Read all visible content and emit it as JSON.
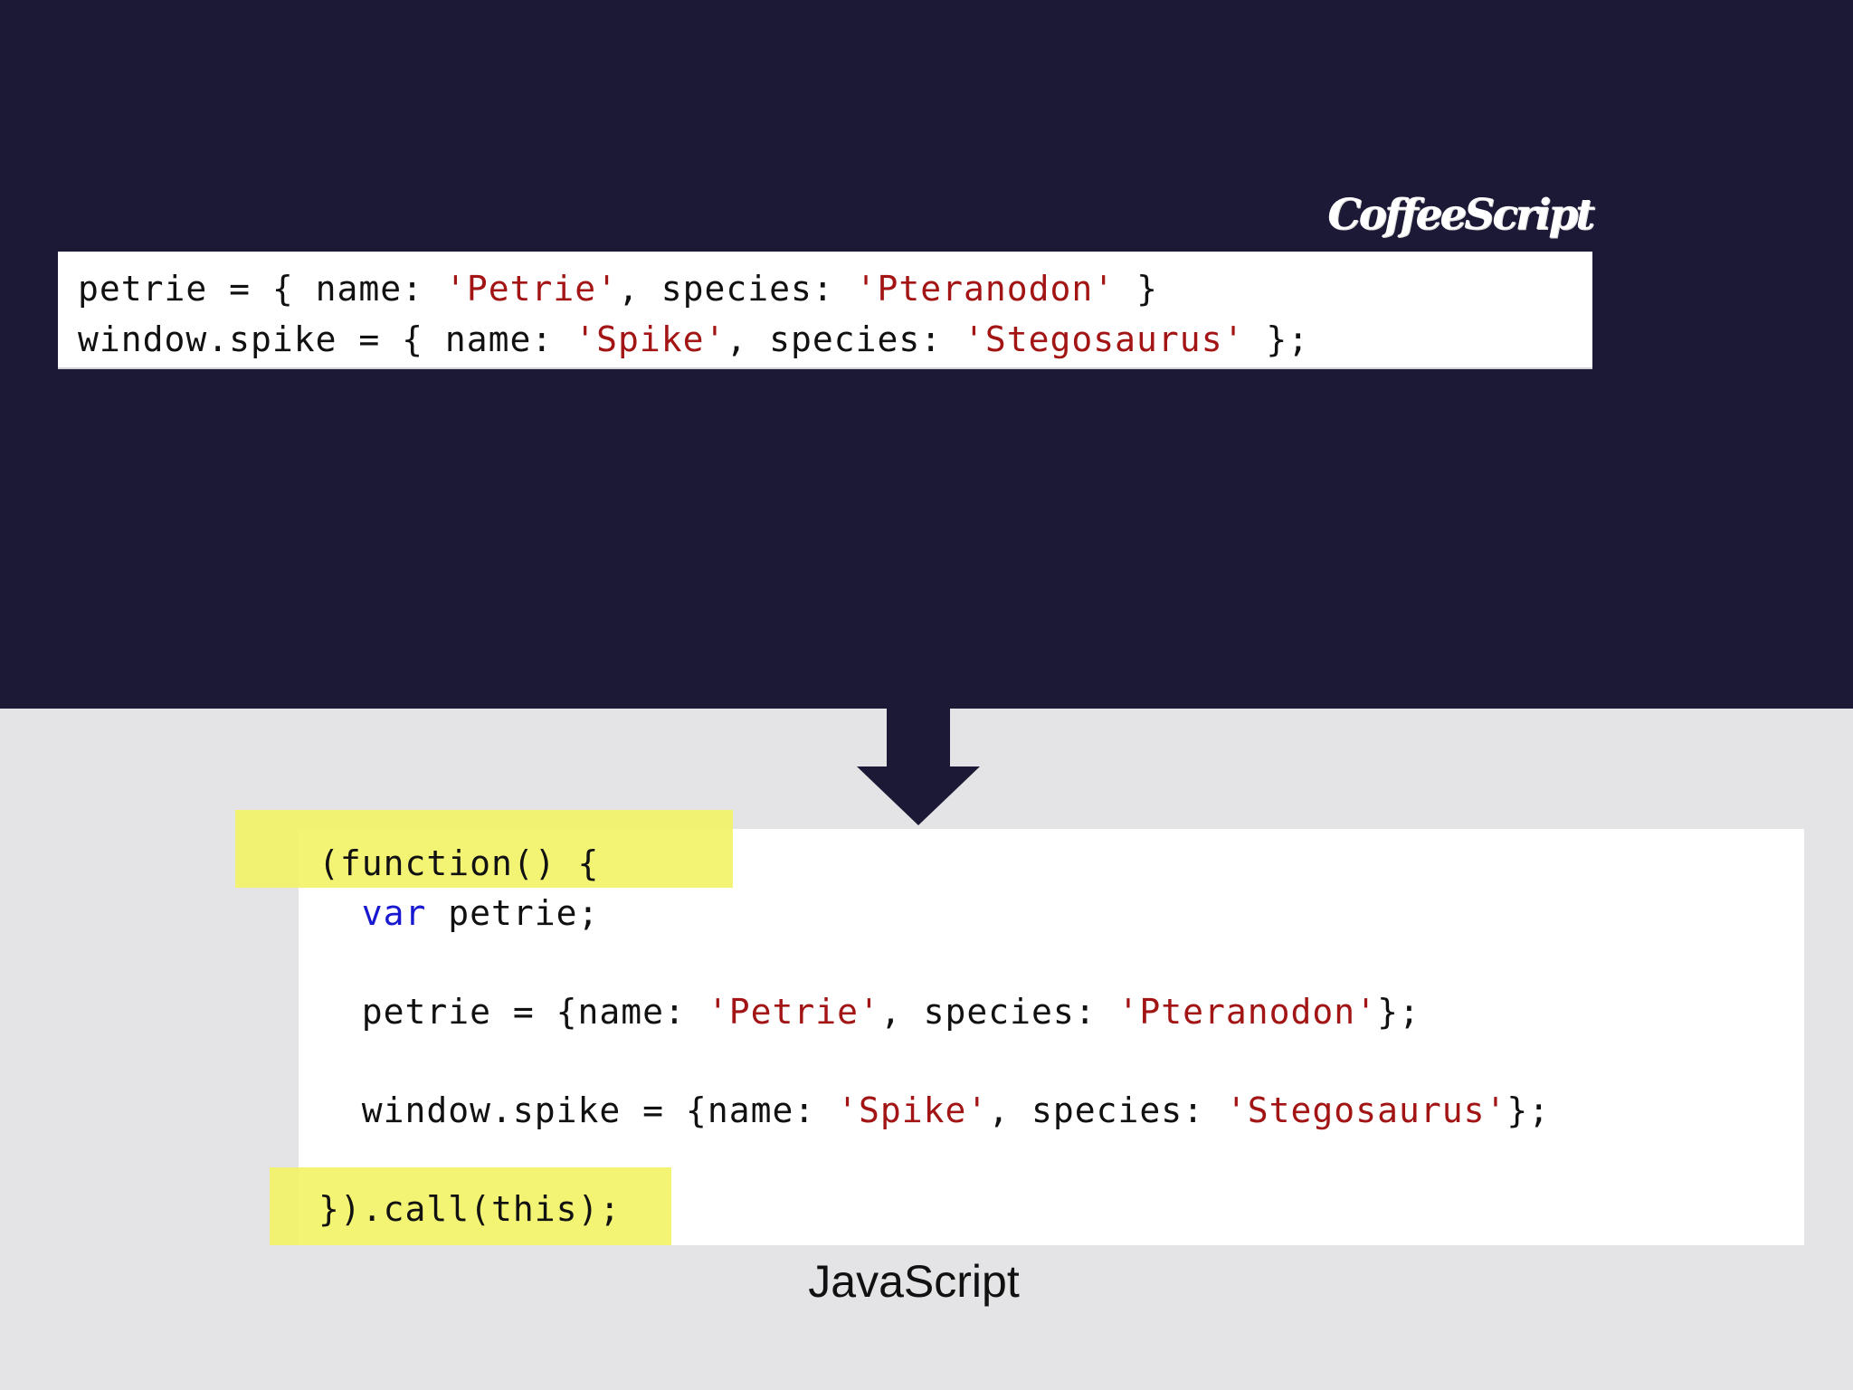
{
  "brand": {
    "label": "CoffeeScript"
  },
  "coffee_snippet": {
    "line_1": {
      "prefix": "petrie = { name: ",
      "name_value": "'Petrie'",
      "middle": ", species: ",
      "species_value": "'Pteranodon'",
      "suffix": " }"
    },
    "line_2": {
      "prefix": "window.spike = { name: ",
      "name_value": "'Spike'",
      "middle": ", species: ",
      "species_value": "'Stegosaurus'",
      "suffix": " };"
    }
  },
  "javascript_snippet": {
    "open_line": "(function() {",
    "var_line": {
      "keyword": "var",
      "rest": " petrie;"
    },
    "petrie_line": {
      "prefix": "petrie = {name: ",
      "name_value": "'Petrie'",
      "middle": ", species: ",
      "species_value": "'Pteranodon'",
      "suffix": "};"
    },
    "spike_line": {
      "prefix": "window.spike = {name: ",
      "name_value": "'Spike'",
      "middle": ", species: ",
      "species_value": "'Stegosaurus'",
      "suffix": "};"
    },
    "close_line": "}).call(this);"
  },
  "caption": {
    "label": "JavaScript"
  },
  "colors": {
    "top_background": "#1b1935",
    "bottom_background": "#e4e4e6",
    "code_text": "#111111",
    "string": "#a31515",
    "keyword": "#1818d0",
    "highlight": "#f2f268"
  },
  "icons": {
    "arrow": "down-arrow-icon"
  }
}
